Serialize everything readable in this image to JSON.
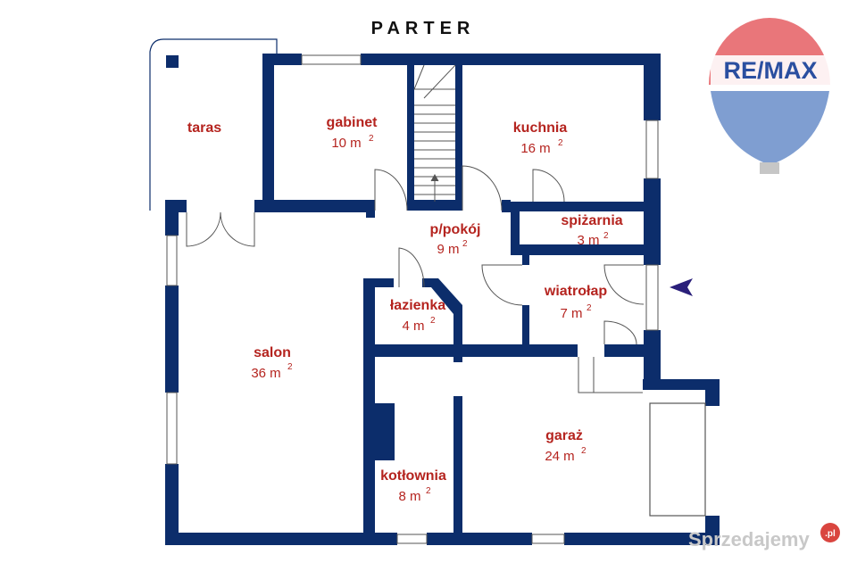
{
  "floor_title": "PARTER",
  "colors": {
    "wall": "#0c2d6b",
    "label": "#b5241f",
    "arrow": "#2a1f7a"
  },
  "rooms": [
    {
      "key": "taras",
      "name": "taras",
      "area": ""
    },
    {
      "key": "gabinet",
      "name": "gabinet",
      "area": "10 m",
      "unit_sup": "2"
    },
    {
      "key": "kuchnia",
      "name": "kuchnia",
      "area": "16 m",
      "unit_sup": "2"
    },
    {
      "key": "spizarnia",
      "name": "spiżarnia",
      "area": "3 m",
      "unit_sup": "2"
    },
    {
      "key": "ppokoj",
      "name": "p/pokój",
      "area": "9 m",
      "unit_sup": "2"
    },
    {
      "key": "lazienka",
      "name": "łazienka",
      "area": "4 m",
      "unit_sup": "2"
    },
    {
      "key": "wiatrolap",
      "name": "wiatrołap",
      "area": "7 m",
      "unit_sup": "2"
    },
    {
      "key": "salon",
      "name": "salon",
      "area": "36 m",
      "unit_sup": "2"
    },
    {
      "key": "garaz",
      "name": "garaż",
      "area": "24 m",
      "unit_sup": "2"
    },
    {
      "key": "kotlownia",
      "name": "kotłownia",
      "area": "8 m",
      "unit_sup": "2"
    }
  ],
  "logo": {
    "text": "RE/MAX",
    "icon": "balloon-logo-icon"
  },
  "watermark": {
    "text": "Sprzedajemy",
    "badge": ".pl"
  },
  "entrance": {
    "icon": "entrance-arrow-icon"
  }
}
